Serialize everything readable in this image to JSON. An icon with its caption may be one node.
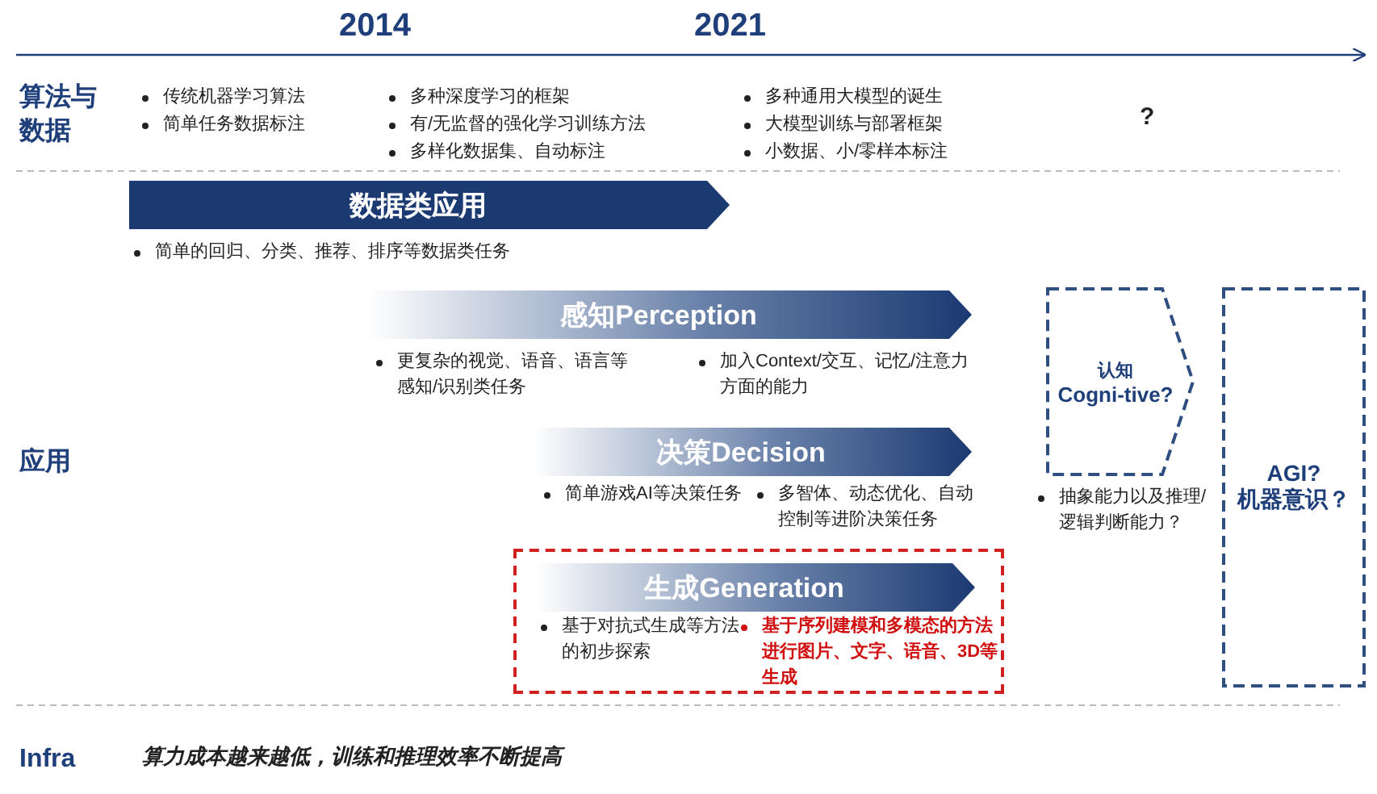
{
  "diagram": {
    "nodes": [
      {
        "text": [
          "数据类应用"
        ],
        "beside": [
          "简单的回归、分类、推荐、排序等数据类任务"
        ]
      },
      {
        "text": [
          "感知Perception"
        ],
        "beside": [
          "更复杂的视觉、语音、语言等感知/识别类任务",
          "加入Context/交互、记忆/注意力方面的能力"
        ]
      },
      {
        "text": [
          "决策Decision"
        ],
        "beside": [
          "简单游戏AI等决策任务",
          "多智体、动态优化、自动控制等进阶决策任务"
        ]
      },
      {
        "text": [],
        "shape": "box"
      },
      {
        "text": [
          "生成Generation"
        ],
        "in": 3,
        "beside": [
          "基于对抗式生成等方法的初步探索",
          "基于序列建模和多模态的方法进行图片、文字、语音、3D等生成"
        ]
      },
      {
        "text": [
          "认知",
          "Cogni-tive?"
        ],
        "beside": [
          "抽象能力以及推理/逻辑判断能力？"
        ]
      },
      {
        "text": [
          "AGI?",
          "机器意识？"
        ]
      }
    ],
    "edges": [],
    "labels": [
      "2014",
      "2021",
      "算法与数据",
      "传统机器学习算法",
      "简单任务数据标注",
      "多种深度学习的框架",
      "有/无监督的强化学习训练方法",
      "多样化数据集、自动标注",
      "多种通用大模型的诞生",
      "大模型训练与部署框架",
      "小数据、小/零样本标注",
      "?",
      "应用",
      "Infra",
      "算力成本越来越低，训练和推理效率不断提高"
    ]
  }
}
